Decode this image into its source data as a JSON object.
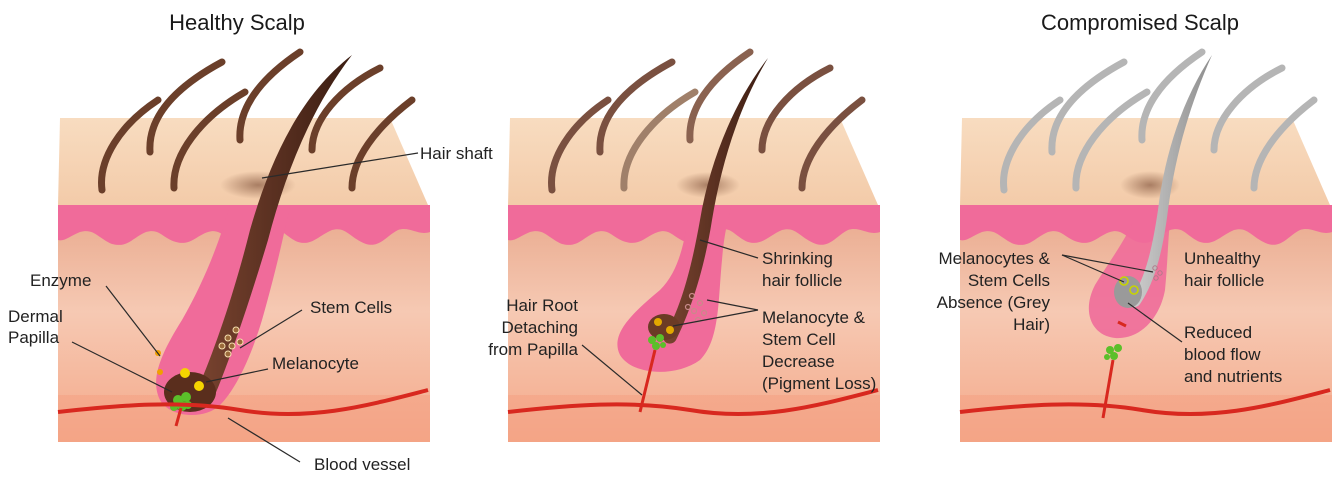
{
  "titles": {
    "healthy": "Healthy Scalp",
    "compromised": "Compromised Scalp"
  },
  "healthy": {
    "hair_shaft": "Hair shaft",
    "enzyme": "Enzyme",
    "dermal_papilla": [
      "Dermal",
      "Papilla"
    ],
    "stem_cells": "Stem Cells",
    "melanocyte": "Melanocyte",
    "blood_vessel": "Blood vessel"
  },
  "middle": {
    "shrinking": [
      "Shrinking",
      "hair follicle"
    ],
    "hair_root": [
      "Hair Root",
      "Detaching",
      "from Papilla"
    ],
    "decrease": [
      "Melanocyte &",
      "Stem Cell",
      "Decrease",
      "(Pigment Loss)"
    ]
  },
  "compromised": {
    "absence": [
      "Melanocytes &",
      "Stem Cells",
      "Absence (Grey",
      "Hair)"
    ],
    "unhealthy": [
      "Unhealthy",
      "hair follicle"
    ],
    "reduced": [
      "Reduced",
      "blood flow",
      "and nutrients"
    ]
  },
  "colors": {
    "skin_top": "#f6d3b3",
    "epidermis_pink": "#f06b9a",
    "dermis": "#f2b49a",
    "blood": "#d8281f",
    "healthy_hair": "#5a2e1d",
    "grey_hair": "#b8b8b8"
  }
}
